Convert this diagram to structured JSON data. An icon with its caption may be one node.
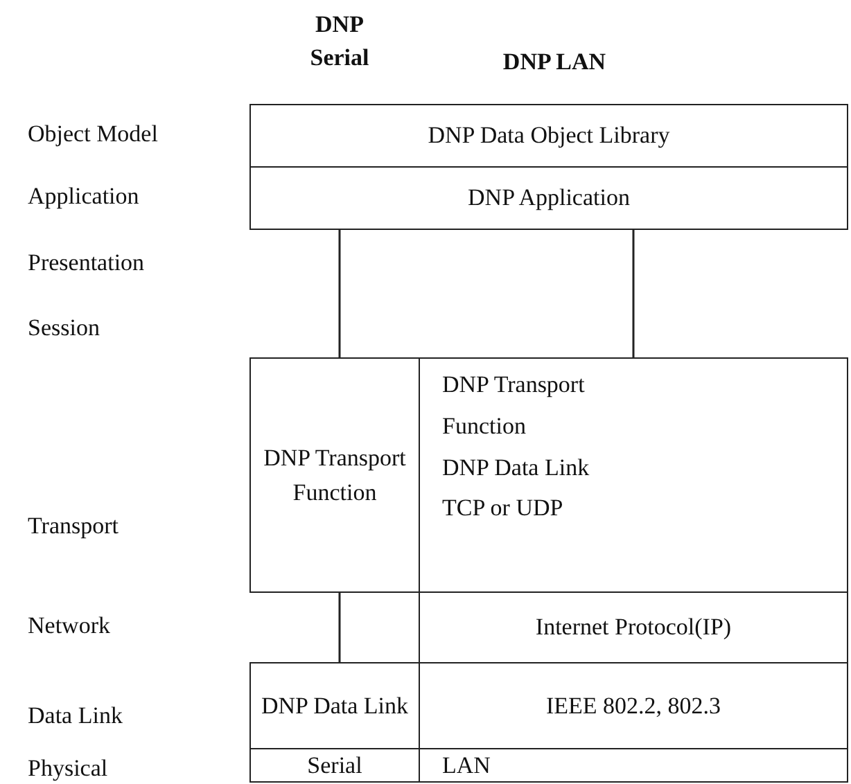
{
  "diagram": {
    "nodes": [
      {
        "text": [
          "DNP Data Object Library"
        ]
      },
      {
        "text": [
          "DNP Application"
        ]
      },
      {
        "text": [
          "DNP Transport Function"
        ]
      },
      {
        "text": [
          "DNP Transport Function",
          "DNP Data Link",
          "TCP or UDP"
        ]
      },
      {
        "text": [
          "Internet Protocol(IP)"
        ]
      },
      {
        "text": [
          "DNP Data Link"
        ]
      },
      {
        "text": [
          "IEEE 802.2, 802.3"
        ]
      },
      {
        "text": [
          "Serial"
        ]
      },
      {
        "text": [
          "LAN"
        ]
      }
    ],
    "edges": [
      {
        "from": 1,
        "to": 2,
        "arrow": "none"
      },
      {
        "from": 1,
        "to": 3,
        "arrow": "none"
      },
      {
        "from": 2,
        "to": 5,
        "arrow": "none"
      }
    ],
    "labels": [
      "DNP Serial",
      "DNP LAN",
      "Object Model",
      "Application",
      "Presentation",
      "Session",
      "Transport",
      "Network",
      "Data Link",
      "Physical"
    ]
  }
}
